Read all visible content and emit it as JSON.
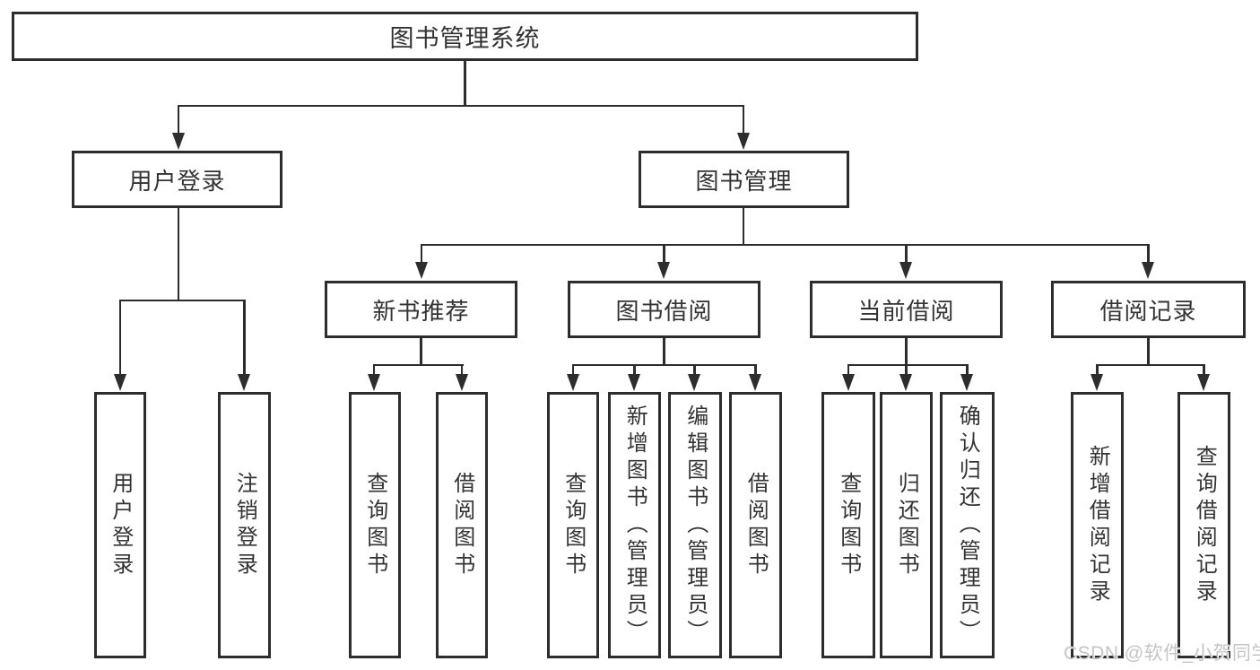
{
  "diagram": {
    "colors": {
      "line": "#2d2d2d",
      "text": "#333333",
      "background": "#ffffff",
      "watermark": "#c5c5c5"
    },
    "watermark": "CSDN @软件_小贺同学",
    "nodes": {
      "root": {
        "label": "图书管理系统"
      },
      "user_login": {
        "label": "用户登录",
        "leaves": [
          "用户登录",
          "注销登录"
        ]
      },
      "book_mgmt": {
        "label": "图书管理"
      },
      "new_books": {
        "label": "新书推荐",
        "leaves": [
          "查询图书",
          "借阅图书"
        ]
      },
      "book_borrow": {
        "label": "图书借阅",
        "leaves": [
          "查询图书",
          "新增图书（管理员）",
          "编辑图书（管理员）",
          "借阅图书"
        ]
      },
      "current_borrow": {
        "label": "当前借阅",
        "leaves": [
          "查询图书",
          "归还图书",
          "确认归还（管理员）"
        ]
      },
      "borrow_records": {
        "label": "借阅记录",
        "leaves": [
          "新增借阅记录",
          "查询借阅记录"
        ]
      }
    }
  }
}
